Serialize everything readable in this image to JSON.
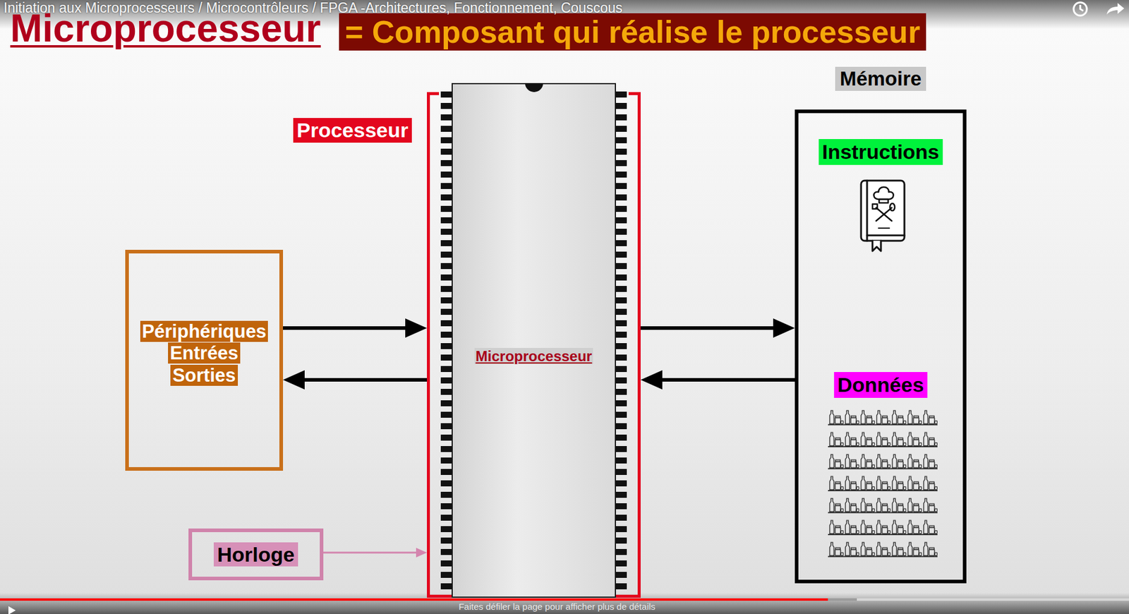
{
  "diagram": {
    "title": "Microprocesseur",
    "nodes": [
      {
        "text": [
          "Périphériques Entrées Sorties"
        ]
      },
      {
        "text": [
          "Processeur"
        ]
      },
      {
        "text": [
          "Microprocesseur"
        ],
        "in": 1
      },
      {
        "text": [
          "Mémoire"
        ]
      },
      {
        "text": [
          "Instructions"
        ],
        "in": 3
      },
      {
        "text": [
          "Données"
        ],
        "in": 3
      },
      {
        "text": [
          "Horloge"
        ]
      }
    ],
    "edges": [
      {
        "from": 0,
        "to": 1,
        "arrow": "to"
      },
      {
        "from": 1,
        "to": 0,
        "arrow": "to"
      },
      {
        "from": 1,
        "to": 3,
        "arrow": "to"
      },
      {
        "from": 3,
        "to": 1,
        "arrow": "to"
      },
      {
        "from": 6,
        "to": 1,
        "arrow": "to"
      }
    ],
    "labels": [
      "= Composant qui réalise le processeur",
      "Initiation aux Microprocesseurs / Microcontrôleurs / FPGA -Architectures, Fonctionnement, Couscous",
      "Faites défiler la page pour afficher plus de détails"
    ]
  }
}
